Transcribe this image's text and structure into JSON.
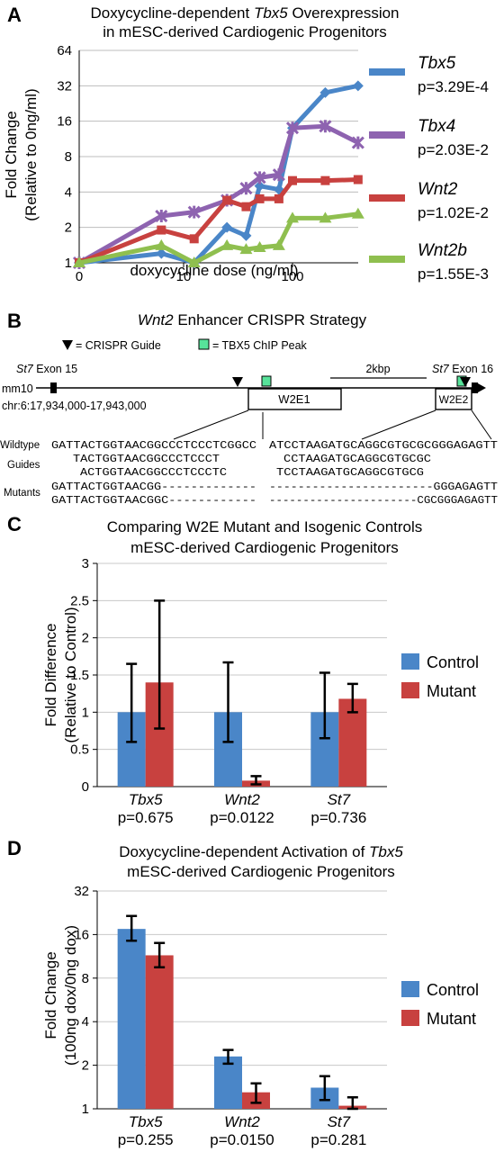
{
  "panels": {
    "a": "A",
    "b": "B",
    "c": "C",
    "d": "D"
  },
  "panel_a": {
    "title_pre": "Doxycycline-dependent ",
    "title_gene": "Tbx5",
    "title_post": " Overexpression",
    "title_line2": "in mESC-derived Cardiogenic Progenitors",
    "ylabel_line1": "Fold Change",
    "ylabel_line2": "(Relative to 0ng/ml)",
    "xlabel": "doxycycline dose (ng/ml)"
  },
  "panel_b": {
    "title_gene": "Wnt2",
    "title_post": " Enhancer CRISPR Strategy",
    "legend_guide": "= CRISPR Guide",
    "legend_chip": "= TBX5 ChIP Peak",
    "exon15_gene": "St7",
    "exon15_text": " Exon 15",
    "exon16_gene": "St7",
    "exon16_text": " Exon 16",
    "scale": "2kbp",
    "assembly": "mm10",
    "coords": "chr:6:17,934,000-17,943,000",
    "box1": "W2E1",
    "box2": "W2E2",
    "row_wildtype": "Wildtype",
    "row_guides": "Guides",
    "row_mutants": "Mutants",
    "seq_left": [
      "GATTACTGGTAACGGCCCTCCCTCGGCC",
      "TACTGGTAACGGCCCTCCCT",
      "ACTGGTAACGGCCCTCCCTC",
      "GATTACTGGTAACGG-------------",
      "GATTACTGGTAACGGC------------"
    ],
    "seq_right": [
      "ATCCTAAGATGCAGGCGTGCGCGGGAGAGTT",
      "CCTAAGATGCAGGCGTGCGC",
      "TCCTAAGATGCAGGCGTGCG",
      "-----------------------GGGAGAGTT",
      "----------------------CGCGGGAGAGTT"
    ]
  },
  "panel_c": {
    "title_line1": "Comparing W2E Mutant and Isogenic Controls",
    "title_line2": "mESC-derived Cardiogenic Progenitors",
    "ylabel_line1": "Fold Difference",
    "ylabel_line2": "(Relative to Control)"
  },
  "panel_d": {
    "title_pre": "Doxycycline-dependent Activation of ",
    "title_gene": "Tbx5",
    "title_line2": "mESC-derived Cardiogenic Progenitors",
    "ylabel_line1": "Fold Change",
    "ylabel_line2": "(100ng dox/0ng dox)"
  },
  "chart_data": [
    {
      "type": "line",
      "x": [
        0,
        6.25,
        12.5,
        25,
        37.5,
        50,
        75,
        100,
        200,
        400
      ],
      "xticks": [
        "0",
        "10",
        "100"
      ],
      "yscale": "log2",
      "ylim": [
        1,
        64
      ],
      "yticks": [
        "1",
        "2",
        "4",
        "8",
        "16",
        "32",
        "64"
      ],
      "series": [
        {
          "name": "Tbx5",
          "pvalue": "p=3.29E-4",
          "color": "#4a86c8",
          "marker": "diamond",
          "values": [
            1,
            1.2,
            1.0,
            2.0,
            1.7,
            4.5,
            4.2,
            14,
            28,
            32
          ]
        },
        {
          "name": "Tbx4",
          "pvalue": "p=2.03E-2",
          "color": "#8e63b0",
          "marker": "star",
          "values": [
            1,
            2.5,
            2.7,
            3.4,
            4.3,
            5.3,
            5.6,
            14,
            14.5,
            10.5
          ]
        },
        {
          "name": "Wnt2",
          "pvalue": "p=1.02E-2",
          "color": "#c8413f",
          "marker": "square",
          "values": [
            1,
            1.9,
            1.6,
            3.4,
            3.0,
            3.5,
            3.5,
            5.0,
            5.0,
            5.1
          ]
        },
        {
          "name": "Wnt2b",
          "pvalue": "p=1.55E-3",
          "color": "#8fbf4f",
          "marker": "triangle",
          "values": [
            1,
            1.4,
            1.0,
            1.4,
            1.3,
            1.35,
            1.4,
            2.4,
            2.4,
            2.6
          ]
        }
      ]
    },
    {
      "type": "bar",
      "categories": [
        "Tbx5",
        "Wnt2",
        "St7"
      ],
      "pvalues": [
        "p=0.675",
        "p=0.0122",
        "p=0.736"
      ],
      "ylim": [
        0,
        3
      ],
      "yticks": [
        "0",
        "0.5",
        "1",
        "1.5",
        "2",
        "2.5",
        "3"
      ],
      "series": [
        {
          "name": "Control",
          "color": "#4a86c8",
          "values": [
            1,
            1,
            1
          ],
          "err_low": [
            0.6,
            0.6,
            0.65
          ],
          "err_high": [
            1.65,
            1.67,
            1.53
          ]
        },
        {
          "name": "Mutant",
          "color": "#c8413f",
          "values": [
            1.4,
            0.08,
            1.18
          ],
          "err_low": [
            0.78,
            0.03,
            1.0
          ],
          "err_high": [
            2.5,
            0.14,
            1.38
          ]
        }
      ]
    },
    {
      "type": "bar",
      "categories": [
        "Tbx5",
        "Wnt2",
        "St7"
      ],
      "pvalues": [
        "p=0.255",
        "p=0.0150",
        "p=0.281"
      ],
      "yscale": "log2",
      "ylim": [
        1,
        32
      ],
      "yticks": [
        "1",
        "2",
        "4",
        "8",
        "16",
        "32"
      ],
      "series": [
        {
          "name": "Control",
          "color": "#4a86c8",
          "values": [
            17.5,
            2.3,
            1.4
          ],
          "err_low": [
            14.5,
            2.05,
            1.15
          ],
          "err_high": [
            21.5,
            2.55,
            1.68
          ]
        },
        {
          "name": "Mutant",
          "color": "#c8413f",
          "values": [
            11.5,
            1.3,
            1.05
          ],
          "err_low": [
            9.5,
            1.1,
            1.0
          ],
          "err_high": [
            14,
            1.5,
            1.2
          ]
        }
      ]
    }
  ]
}
